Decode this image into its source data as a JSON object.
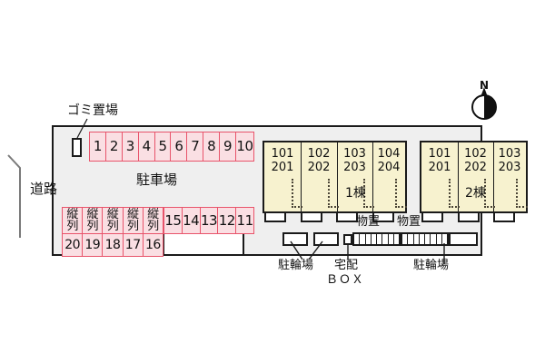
{
  "plan": {
    "title_alt": "apartment-site-plan",
    "road_label": "道路",
    "parking_label": "駐車場",
    "garbage_label": "ゴミ置場",
    "north_label": "N"
  },
  "colors": {
    "stall_fill": "#fadfe3",
    "stall_stroke": "#e8546b",
    "building_fill": "#f7f2cf",
    "site_fill": "#efefef",
    "ink": "#1a1a1a"
  },
  "parking": {
    "top_row": [
      "1",
      "2",
      "3",
      "4",
      "5",
      "6",
      "7",
      "8",
      "9",
      "10"
    ],
    "bottom_row_numbers": [
      "15",
      "14",
      "13",
      "12",
      "11"
    ],
    "tandem_label_line1": "縦",
    "tandem_label_line2": "列",
    "tandem_stalls": [
      {
        "tandem": "縦列",
        "number": "20"
      },
      {
        "tandem": "縦列",
        "number": "19"
      },
      {
        "tandem": "縦列",
        "number": "18"
      },
      {
        "tandem": "縦列",
        "number": "17"
      },
      {
        "tandem": "縦列",
        "number": "16"
      }
    ]
  },
  "buildings": [
    {
      "name": "1棟",
      "units": [
        {
          "upper": "101",
          "lower": "201"
        },
        {
          "upper": "102",
          "lower": "202"
        },
        {
          "upper": "103",
          "lower": "203"
        },
        {
          "upper": "104",
          "lower": "204"
        }
      ]
    },
    {
      "name": "2棟",
      "units": [
        {
          "upper": "101",
          "lower": "201"
        },
        {
          "upper": "102",
          "lower": "202"
        },
        {
          "upper": "103",
          "lower": "203"
        }
      ]
    }
  ],
  "facilities": {
    "bicycle_left": "駐輪場",
    "bicycle_right": "駐輪場",
    "delivery_box_line1": "宅配",
    "delivery_box_line2": "ＢＯＸ",
    "storage_left": "物置",
    "storage_right": "物置"
  }
}
